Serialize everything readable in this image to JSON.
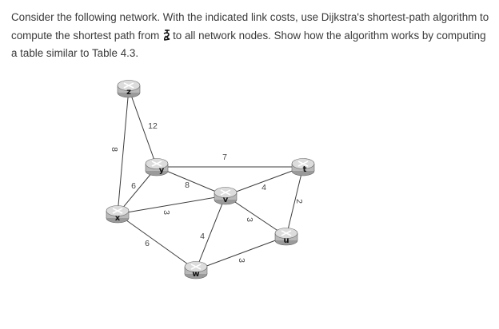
{
  "question": {
    "text_before_cursor": "Consider the following network. With the indicated link costs, use Dijkstra's shortest-path algorithm to compute the shortest path from ",
    "text_after_cursor": "to all network nodes. Show how the algorithm works by computing a table similar to Table 4.3."
  },
  "network": {
    "nodes": [
      {
        "id": "z",
        "label": "z"
      },
      {
        "id": "y",
        "label": "y"
      },
      {
        "id": "x",
        "label": "x"
      },
      {
        "id": "v",
        "label": "v"
      },
      {
        "id": "t",
        "label": "t"
      },
      {
        "id": "u",
        "label": "u"
      },
      {
        "id": "w",
        "label": "w"
      }
    ],
    "links": [
      {
        "from": "z",
        "to": "x",
        "cost": "8"
      },
      {
        "from": "z",
        "to": "y",
        "cost": "12"
      },
      {
        "from": "y",
        "to": "t",
        "cost": "7"
      },
      {
        "from": "y",
        "to": "x",
        "cost": "6"
      },
      {
        "from": "y",
        "to": "v",
        "cost": "8"
      },
      {
        "from": "x",
        "to": "v",
        "cost": "3"
      },
      {
        "from": "x",
        "to": "w",
        "cost": "6"
      },
      {
        "from": "v",
        "to": "t",
        "cost": "4"
      },
      {
        "from": "v",
        "to": "u",
        "cost": "3"
      },
      {
        "from": "v",
        "to": "w",
        "cost": "4"
      },
      {
        "from": "t",
        "to": "u",
        "cost": "2"
      },
      {
        "from": "u",
        "to": "w",
        "cost": "3"
      }
    ]
  },
  "colors": {
    "text": "#3a3a3a",
    "router_body": "#b9b9b9",
    "router_top": "#dcdcdc",
    "edge": "#3c3c3c"
  },
  "icons": {
    "router": "router-icon",
    "cursor": "text-cursor-icon"
  }
}
